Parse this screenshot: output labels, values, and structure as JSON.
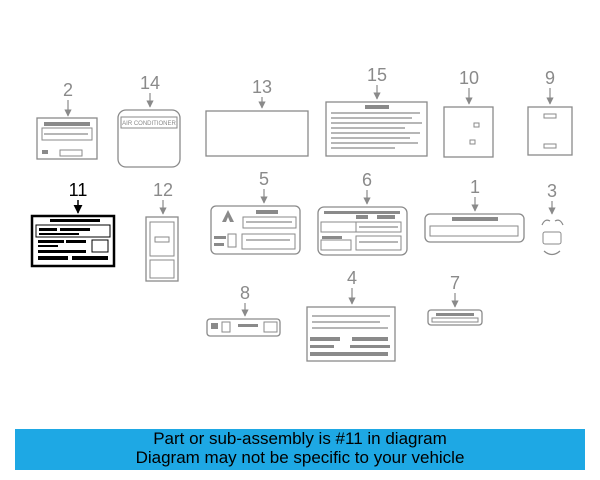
{
  "diagram": {
    "callouts": [
      "1",
      "2",
      "3",
      "4",
      "5",
      "6",
      "7",
      "8",
      "9",
      "10",
      "11",
      "12",
      "13",
      "14",
      "15"
    ],
    "highlighted_part": "11",
    "label_14_text": "AIR CONDITIONER"
  },
  "banner": {
    "line1": "Part or sub-assembly is #11 in diagram",
    "line2": "Diagram may not be specific to your vehicle",
    "background_color": "#1ea8e4"
  }
}
